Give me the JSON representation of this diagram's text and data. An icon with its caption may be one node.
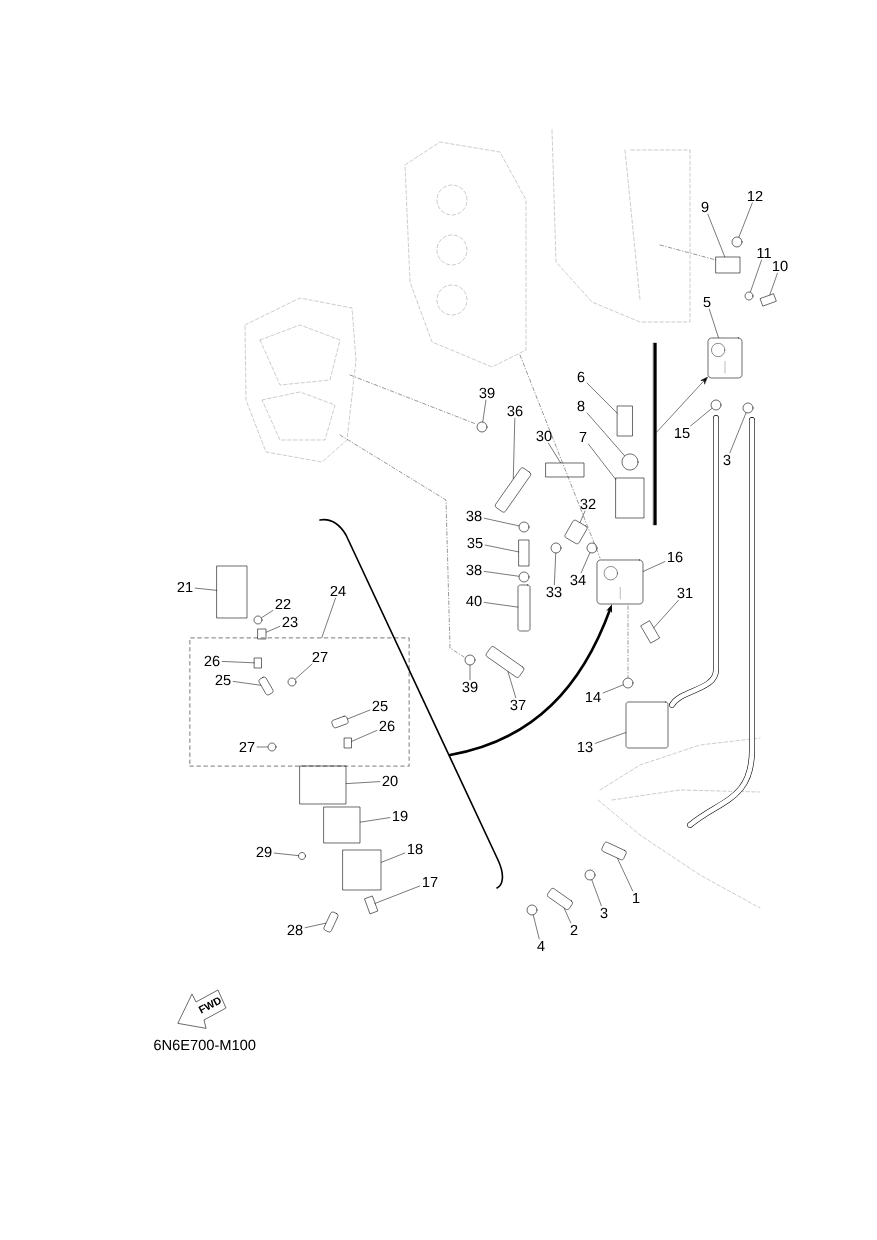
{
  "diagram": {
    "nodes": [
      {
        "text": [
          "12"
        ]
      },
      {
        "text": [
          "9"
        ]
      },
      {
        "text": [
          "11"
        ]
      },
      {
        "text": [
          "10"
        ]
      },
      {
        "text": [
          "5"
        ]
      },
      {
        "text": [
          "6"
        ]
      },
      {
        "text": [
          "39"
        ]
      },
      {
        "text": [
          "8"
        ]
      },
      {
        "text": [
          "36"
        ]
      },
      {
        "text": [
          "15"
        ]
      },
      {
        "text": [
          "30"
        ]
      },
      {
        "text": [
          "7"
        ]
      },
      {
        "text": [
          "3"
        ]
      },
      {
        "text": [
          "32"
        ]
      },
      {
        "text": [
          "38"
        ]
      },
      {
        "text": [
          "35"
        ]
      },
      {
        "text": [
          "16"
        ]
      },
      {
        "text": [
          "34"
        ]
      },
      {
        "text": [
          "21"
        ]
      },
      {
        "text": [
          "24"
        ]
      },
      {
        "text": [
          "31"
        ]
      },
      {
        "text": [
          "33"
        ]
      },
      {
        "text": [
          "40"
        ]
      },
      {
        "text": [
          "22"
        ]
      },
      {
        "text": [
          "23"
        ]
      },
      {
        "text": [
          "27"
        ],
        "in": 65
      },
      {
        "text": [
          "26"
        ],
        "in": 65
      },
      {
        "text": [
          "25"
        ],
        "in": 65
      },
      {
        "text": [
          "38"
        ]
      },
      {
        "text": [
          "39"
        ]
      },
      {
        "text": [
          "14"
        ]
      },
      {
        "text": [
          "37"
        ]
      },
      {
        "text": [
          "25"
        ],
        "in": 65
      },
      {
        "text": [
          "26"
        ],
        "in": 65
      },
      {
        "text": [
          "13"
        ]
      },
      {
        "text": [
          "27"
        ],
        "in": 65
      },
      {
        "text": [
          "20"
        ]
      },
      {
        "text": [
          "19"
        ]
      },
      {
        "text": [
          "18"
        ]
      },
      {
        "text": [
          "29"
        ]
      },
      {
        "text": [
          "17"
        ]
      },
      {
        "text": [
          "1"
        ]
      },
      {
        "text": [
          "3"
        ]
      },
      {
        "text": [
          "28"
        ]
      },
      {
        "text": [
          "2"
        ]
      },
      {
        "text": [
          "4"
        ]
      },
      {
        "text": [],
        "shape": "circle"
      },
      {
        "text": [],
        "shape": "box"
      },
      {
        "text": [],
        "shape": "circle"
      },
      {
        "text": [],
        "shape": "box"
      },
      {
        "text": [],
        "shape": "picture"
      },
      {
        "text": [],
        "shape": "box"
      },
      {
        "text": [],
        "shape": "circle"
      },
      {
        "text": [],
        "shape": "circle"
      },
      {
        "text": [],
        "shape": "box"
      },
      {
        "text": [],
        "shape": "circle"
      },
      {
        "text": [],
        "shape": "box"
      },
      {
        "text": [],
        "shape": "box"
      },
      {
        "text": [],
        "shape": "circle"
      },
      {
        "text": [],
        "shape": "box"
      },
      {
        "text": [],
        "shape": "circle"
      },
      {
        "text": [],
        "shape": "box"
      },
      {
        "text": [],
        "shape": "picture"
      },
      {
        "text": [],
        "shape": "circle"
      },
      {
        "text": [],
        "shape": "box"
      },
      {
        "text": [],
        "shape": "box"
      },
      {
        "text": [],
        "shape": "box"
      },
      {
        "text": [],
        "shape": "circle"
      },
      {
        "text": [],
        "shape": "box"
      },
      {
        "text": [],
        "shape": "circle"
      },
      {
        "text": [],
        "shape": "box"
      },
      {
        "text": [],
        "shape": "circle",
        "in": 65
      },
      {
        "text": [],
        "shape": "box",
        "in": 65
      },
      {
        "text": [],
        "shape": "box",
        "in": 65
      },
      {
        "text": [],
        "shape": "circle"
      },
      {
        "text": [],
        "shape": "circle"
      },
      {
        "text": [],
        "shape": "circle"
      },
      {
        "text": [],
        "shape": "box"
      },
      {
        "text": [],
        "shape": "box",
        "in": 65
      },
      {
        "text": [],
        "shape": "box",
        "in": 65
      },
      {
        "text": [],
        "shape": "box"
      },
      {
        "text": [],
        "shape": "circle",
        "in": 65
      },
      {
        "text": [],
        "shape": "box"
      },
      {
        "text": [],
        "shape": "box"
      },
      {
        "text": [],
        "shape": "box"
      },
      {
        "text": [],
        "shape": "circle"
      },
      {
        "text": [],
        "shape": "box"
      },
      {
        "text": [],
        "shape": "box"
      },
      {
        "text": [],
        "shape": "circle"
      },
      {
        "text": [],
        "shape": "box"
      },
      {
        "text": [],
        "shape": "box"
      },
      {
        "text": [],
        "shape": "circle"
      },
      {
        "text": [],
        "shape": "bar"
      }
    ],
    "edges": [
      {
        "from": 0,
        "to": 46,
        "arrow": "none"
      },
      {
        "from": 1,
        "to": 47,
        "arrow": "none"
      },
      {
        "from": 2,
        "to": 48,
        "arrow": "none"
      },
      {
        "from": 3,
        "to": 49,
        "arrow": "none"
      },
      {
        "from": 4,
        "to": 50,
        "arrow": "none"
      },
      {
        "from": 5,
        "to": 51,
        "arrow": "none"
      },
      {
        "from": 6,
        "to": 52,
        "arrow": "none"
      },
      {
        "from": 7,
        "to": 53,
        "arrow": "none"
      },
      {
        "from": 8,
        "to": 54,
        "arrow": "none"
      },
      {
        "from": 9,
        "to": 55,
        "arrow": "none"
      },
      {
        "from": 10,
        "to": 56,
        "arrow": "none"
      },
      {
        "from": 11,
        "to": 57,
        "arrow": "none"
      },
      {
        "from": 12,
        "to": 58,
        "arrow": "none"
      },
      {
        "from": 13,
        "to": 59,
        "arrow": "none"
      },
      {
        "from": 14,
        "to": 60,
        "arrow": "none"
      },
      {
        "from": 15,
        "to": 61,
        "arrow": "none"
      },
      {
        "from": 16,
        "to": 62,
        "arrow": "none"
      },
      {
        "from": 17,
        "to": 63,
        "arrow": "none"
      },
      {
        "from": 18,
        "to": 64,
        "arrow": "none"
      },
      {
        "from": 19,
        "to": 65,
        "arrow": "none"
      },
      {
        "from": 20,
        "to": 66,
        "arrow": "none"
      },
      {
        "from": 21,
        "to": 67,
        "arrow": "none"
      },
      {
        "from": 22,
        "to": 68,
        "arrow": "none"
      },
      {
        "from": 23,
        "to": 69,
        "arrow": "none"
      },
      {
        "from": 24,
        "to": 70,
        "arrow": "none"
      },
      {
        "from": 25,
        "to": 71,
        "arrow": "none"
      },
      {
        "from": 26,
        "to": 72,
        "arrow": "none"
      },
      {
        "from": 27,
        "to": 73,
        "arrow": "none"
      },
      {
        "from": 28,
        "to": 74,
        "arrow": "none"
      },
      {
        "from": 29,
        "to": 75,
        "arrow": "none"
      },
      {
        "from": 30,
        "to": 76,
        "arrow": "none"
      },
      {
        "from": 31,
        "to": 77,
        "arrow": "none"
      },
      {
        "from": 32,
        "to": 78,
        "arrow": "none"
      },
      {
        "from": 33,
        "to": 79,
        "arrow": "none"
      },
      {
        "from": 34,
        "to": 80,
        "arrow": "none"
      },
      {
        "from": 35,
        "to": 81,
        "arrow": "none"
      },
      {
        "from": 36,
        "to": 82,
        "arrow": "none"
      },
      {
        "from": 37,
        "to": 83,
        "arrow": "none"
      },
      {
        "from": 38,
        "to": 84,
        "arrow": "none"
      },
      {
        "from": 39,
        "to": 85,
        "arrow": "none"
      },
      {
        "from": 40,
        "to": 86,
        "arrow": "none"
      },
      {
        "from": 41,
        "to": 87,
        "arrow": "none"
      },
      {
        "from": 42,
        "to": 88,
        "arrow": "none"
      },
      {
        "from": 43,
        "to": 89,
        "arrow": "none"
      },
      {
        "from": 44,
        "to": 90,
        "arrow": "none"
      },
      {
        "from": 45,
        "to": 91,
        "arrow": "none"
      },
      {
        "from": 92,
        "to": 50,
        "arrow": "to"
      },
      {
        "from": null,
        "to": 62,
        "arrow": "to",
        "style": "thick"
      }
    ],
    "labels": [
      "FWD",
      "6N6E700-M100"
    ]
  }
}
